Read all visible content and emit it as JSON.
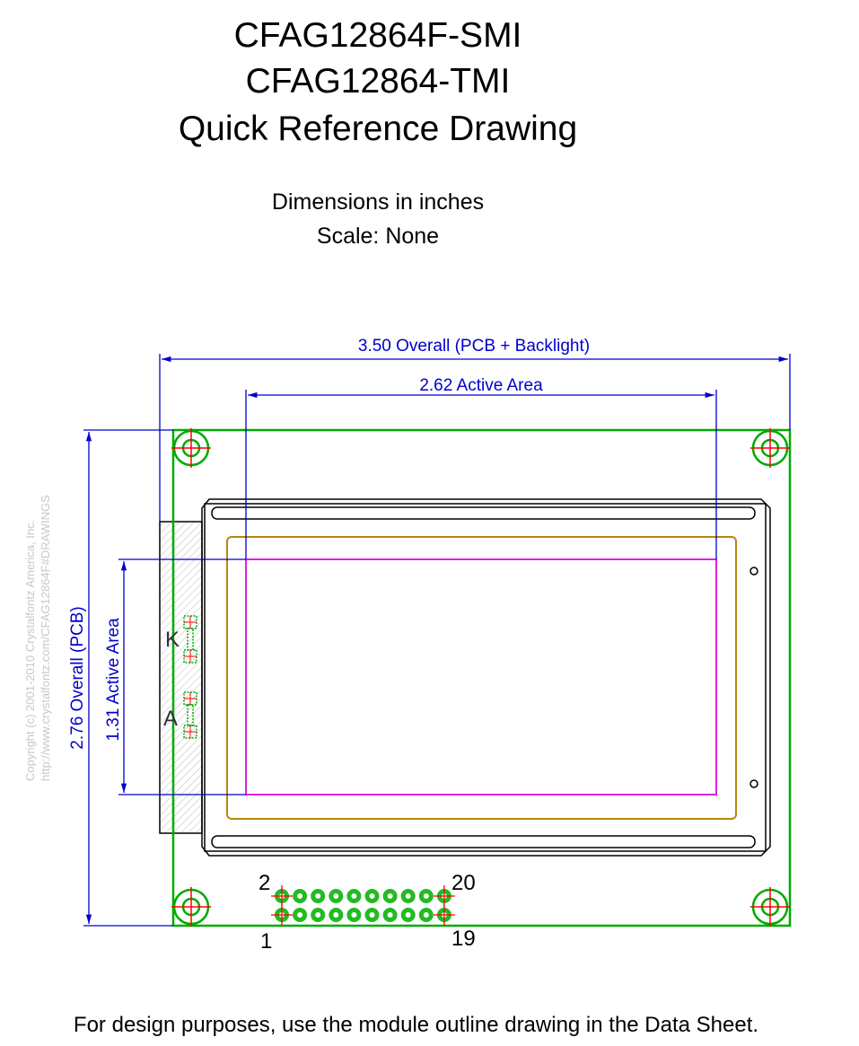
{
  "title_lines": [
    "CFAG12864F-SMI",
    "CFAG12864-TMI",
    "Quick Reference Drawing"
  ],
  "subtitle_lines": [
    "Dimensions in inches",
    "Scale: None"
  ],
  "dimensions": {
    "overall_width": "3.50 Overall (PCB + Backlight)",
    "active_width": "2.62 Active Area",
    "overall_height": "2.76 Overall (PCB)",
    "active_height": "1.31 Active Area"
  },
  "backlight_labels": {
    "cathode": "K",
    "anode": "A"
  },
  "pin_labels": {
    "top_left": "2",
    "top_right": "20",
    "bottom_left": "1",
    "bottom_right": "19"
  },
  "copyright_lines": [
    "Copyright (c) 2001-2010 Crystalfontz America, Inc.",
    "http://www.crystalfontz.com/CFAG12864F#DRAWINGS"
  ],
  "footer": "For design purposes, use the module outline drawing in the Data Sheet.",
  "colors": {
    "pcb": "#00aa00",
    "dimension": "#0000cc",
    "active_area": "#e020e0",
    "viewing_area": "#b8860b",
    "crosshair": "#ff0000"
  }
}
